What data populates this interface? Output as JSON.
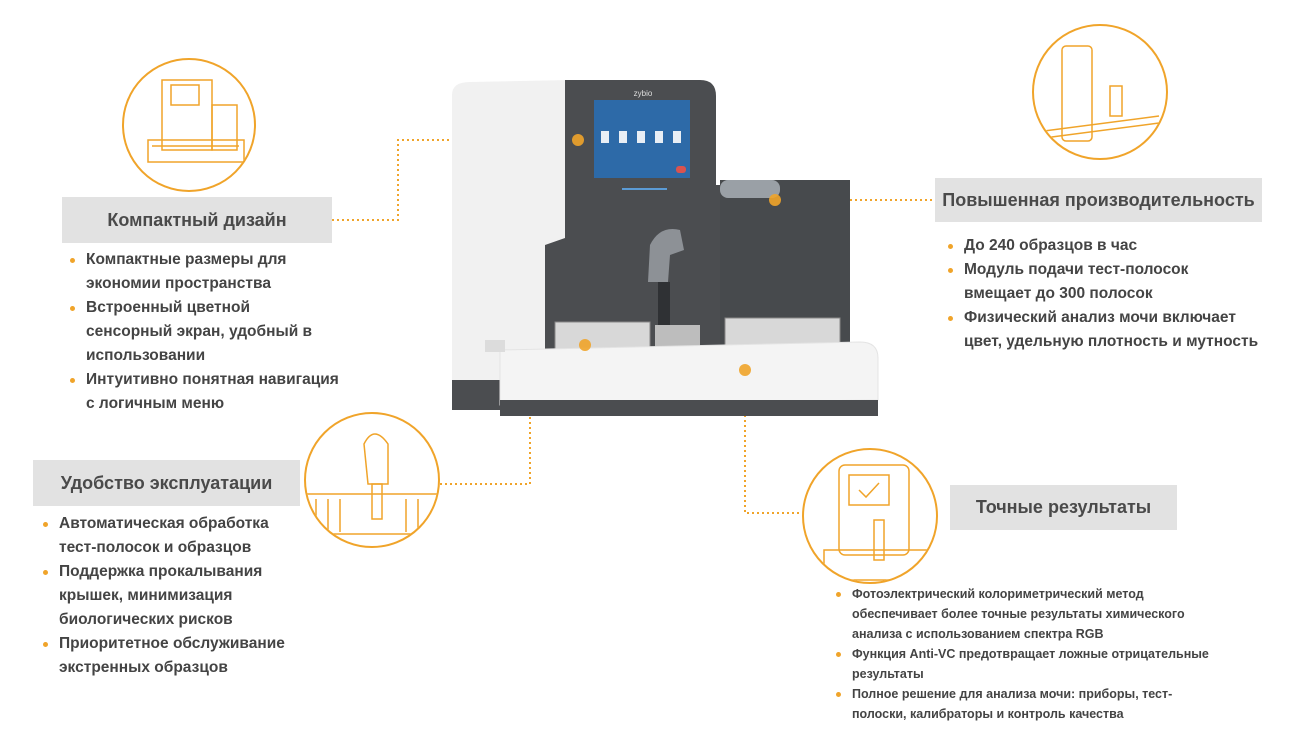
{
  "brand": {
    "logo_text": "zybio"
  },
  "colors": {
    "accent": "#f0a42a",
    "title_bg": "#e2e2e2",
    "text": "#444444",
    "device_dark": "#4b4d50",
    "screen": "#2d6aa8"
  },
  "features": {
    "compact": {
      "title": "Компактный дизайн",
      "bullets": [
        "Компактные размеры для экономии пространства",
        "Встроенный цветной сенсорный экран, удобный в использовании",
        "Интуитивно понятная навигация с логичным меню"
      ]
    },
    "usability": {
      "title": "Удобство эксплуатации",
      "bullets": [
        "Автоматическая обработка тест-полосок и образцов",
        "Поддержка прокалывания крышек, минимизация биологических рисков",
        "Приоритетное обслуживание экстренных образцов"
      ]
    },
    "performance": {
      "title": "Повышенная производительность",
      "bullets": [
        "До 240 образцов в час",
        "Модуль подачи тест-полосок вмещает до 300 полосок",
        "Физический анализ мочи включает цвет, удельную плотность и мутность"
      ]
    },
    "accuracy": {
      "title": "Точные результаты",
      "bullets": [
        "Фотоэлектрический колориметрический метод обеспечивает более точные результаты химического анализа с использованием спектра RGB",
        "Функция Anti-VC предотвращает ложные отрицательные результаты",
        "Полное решение для анализа мочи: приборы, тест-полоски, калибраторы и контроль качества"
      ]
    }
  }
}
